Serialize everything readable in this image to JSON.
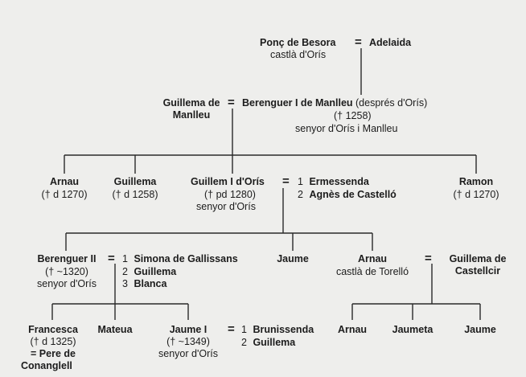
{
  "g0": {
    "ponc": "Ponç de Besora",
    "eq1": "=",
    "adelaida": "Adelaida",
    "ponc_title": "castlà d'Orís"
  },
  "g1": {
    "guillema_l1": "Guillema de",
    "guillema_l2": "Manlleu",
    "eq": "=",
    "berenguer": "Berenguer I de Manlleu",
    "berenguer_note": "(després d'Orís)",
    "berenguer_death": "(† 1258)",
    "berenguer_title": "senyor d'Orís i Manlleu"
  },
  "g2": {
    "arnau": "Arnau",
    "arnau_death": "(† d 1270)",
    "guillema": "Guillema",
    "guillema_death": "(† d 1258)",
    "guillem": "Guillem I d'Orís",
    "guillem_death": "(† pd 1280)",
    "guillem_title": "senyor d'Orís",
    "eq": "=",
    "spouse1_num": "1",
    "spouse1": "Ermessenda",
    "spouse2_num": "2",
    "spouse2": "Agnès de Castelló",
    "ramon": "Ramon",
    "ramon_death": "(† d 1270)"
  },
  "g3": {
    "berenguer2": "Berenguer II",
    "berenguer2_death": "(† ~1320)",
    "berenguer2_title": "senyor d'Orís",
    "eq": "=",
    "sp1_num": "1",
    "sp1": "Simona de Gallissans",
    "sp2_num": "2",
    "sp2": "Guillema",
    "sp3_num": "3",
    "sp3": "Blanca",
    "jaume": "Jaume",
    "arnau": "Arnau",
    "arnau_title": "castlà de Torelló",
    "eq2": "=",
    "gc_l1": "Guillema de",
    "gc_l2": "Castellcir"
  },
  "g4": {
    "francesca": "Francesca",
    "francesca_death": "(† d 1325)",
    "francesca_sp1": "= Pere de",
    "francesca_sp2": "Conanglell",
    "mateua": "Mateua",
    "jaume1": "Jaume I",
    "jaume1_death": "(† ~1349)",
    "jaume1_title": "senyor d'Orís",
    "eq": "=",
    "sp1_num": "1",
    "sp1": "Brunissenda",
    "sp2_num": "2",
    "sp2": "Guillema",
    "arnau": "Arnau",
    "jaumeta": "Jaumeta",
    "jaume": "Jaume"
  }
}
